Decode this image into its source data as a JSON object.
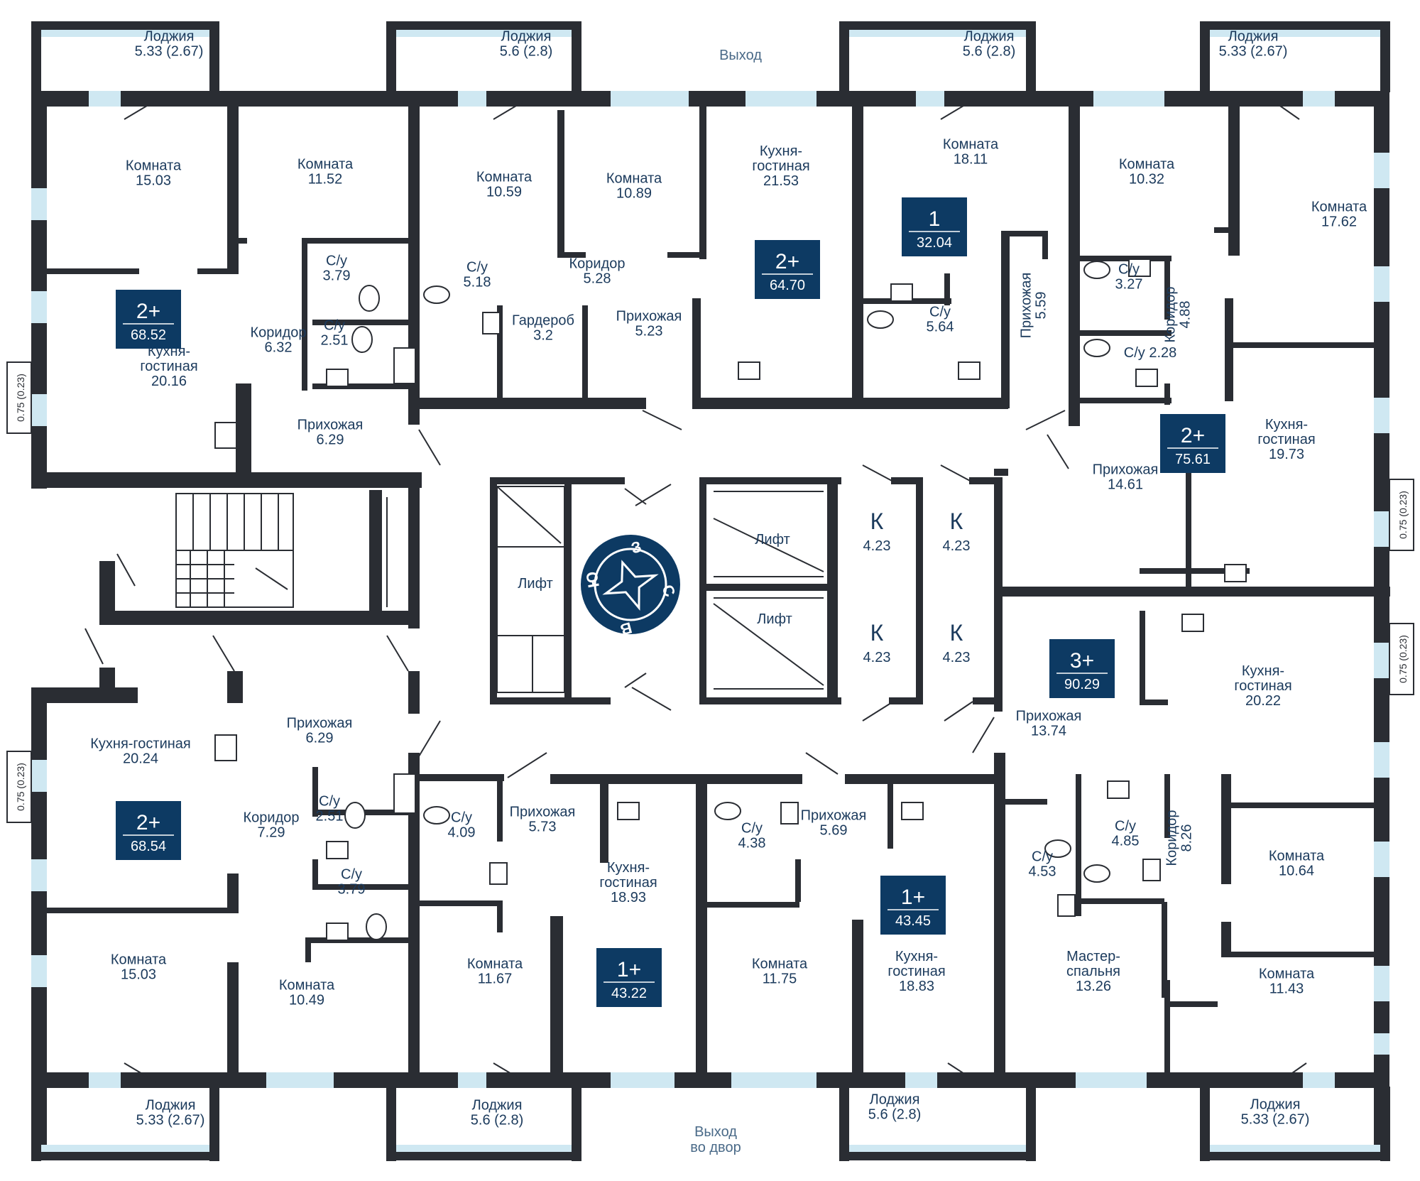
{
  "exits": {
    "top": "Выход",
    "bottom_line1": "Выход",
    "bottom_line2": "во двор"
  },
  "rooms": [
    {
      "lines": [
        "Лоджия",
        "5.33 (2.67)"
      ]
    },
    {
      "lines": [
        "Лоджия",
        "5.6 (2.8)"
      ]
    },
    {
      "lines": [
        "Лоджия",
        "5.6 (2.8)"
      ]
    },
    {
      "lines": [
        "Лоджия",
        "5.33 (2.67)"
      ]
    },
    {
      "lines": [
        "Комната",
        "15.03"
      ]
    },
    {
      "lines": [
        "Комната",
        "11.52"
      ]
    },
    {
      "lines": [
        "Комната",
        "10.59"
      ]
    },
    {
      "lines": [
        "Комната",
        "10.89"
      ]
    },
    {
      "lines": [
        "Кухня-",
        "гостиная",
        "21.53"
      ]
    },
    {
      "lines": [
        "Комната",
        "18.11"
      ]
    },
    {
      "lines": [
        "Комната",
        "10.32"
      ]
    },
    {
      "lines": [
        "Комната",
        "17.62"
      ]
    },
    {
      "lines": [
        "С/у",
        "3.79"
      ]
    },
    {
      "lines": [
        "С/у",
        "2.51"
      ]
    },
    {
      "lines": [
        "Коридор",
        "6.32"
      ]
    },
    {
      "lines": [
        "Кухня-",
        "гостиная",
        "20.16"
      ]
    },
    {
      "lines": [
        "Прихожая",
        "6.29"
      ]
    },
    {
      "lines": [
        "С/у",
        "5.18"
      ]
    },
    {
      "lines": [
        "Коридор",
        "5.28"
      ]
    },
    {
      "lines": [
        "Гардероб",
        "3.2"
      ]
    },
    {
      "lines": [
        "Прихожая",
        "5.23"
      ]
    },
    {
      "lines": [
        "С/у",
        "5.64"
      ]
    },
    {
      "lines": [
        "Прихожая",
        "5.59"
      ]
    },
    {
      "lines": [
        "С/у",
        "3.27"
      ]
    },
    {
      "lines": [
        "С/у 2.28"
      ]
    },
    {
      "lines": [
        "Коридор",
        "4.88"
      ]
    },
    {
      "lines": [
        "Кухня-",
        "гостиная",
        "19.73"
      ]
    },
    {
      "lines": [
        "Прихожая",
        "14.61"
      ]
    },
    {
      "lines": [
        "Лифт"
      ]
    },
    {
      "lines": [
        "Лифт"
      ]
    },
    {
      "lines": [
        "Лифт"
      ]
    },
    {
      "lines": [
        "Кухня-",
        "гостиная",
        "20.22"
      ]
    },
    {
      "lines": [
        "Прихожая",
        "13.74"
      ]
    },
    {
      "lines": [
        "Прихожая",
        "6.29"
      ]
    },
    {
      "lines": [
        "Кухня-гостиная",
        "20.24"
      ]
    },
    {
      "lines": [
        "С/у",
        "2.51"
      ]
    },
    {
      "lines": [
        "Коридор",
        "7.29"
      ]
    },
    {
      "lines": [
        "С/у",
        "3.79"
      ]
    },
    {
      "lines": [
        "С/у",
        "4.09"
      ]
    },
    {
      "lines": [
        "Прихожая",
        "5.73"
      ]
    },
    {
      "lines": [
        "Кухня-",
        "гостиная",
        "18.93"
      ]
    },
    {
      "lines": [
        "С/у",
        "4.38"
      ]
    },
    {
      "lines": [
        "Прихожая",
        "5.69"
      ]
    },
    {
      "lines": [
        "С/у",
        "4.53"
      ]
    },
    {
      "lines": [
        "С/у",
        "4.85"
      ]
    },
    {
      "lines": [
        "Коридор",
        "8.26"
      ]
    },
    {
      "lines": [
        "Комната",
        "10.64"
      ]
    },
    {
      "lines": [
        "Комната",
        "15.03"
      ]
    },
    {
      "lines": [
        "Комната",
        "10.49"
      ]
    },
    {
      "lines": [
        "Комната",
        "11.67"
      ]
    },
    {
      "lines": [
        "Комната",
        "11.75"
      ]
    },
    {
      "lines": [
        "Кухня-",
        "гостиная",
        "18.83"
      ]
    },
    {
      "lines": [
        "Мастер-",
        "спальня",
        "13.26"
      ]
    },
    {
      "lines": [
        "Комната",
        "11.43"
      ]
    },
    {
      "lines": [
        "Лоджия",
        "5.33 (2.67)"
      ]
    },
    {
      "lines": [
        "Лоджия",
        "5.6 (2.8)"
      ]
    },
    {
      "lines": [
        "Лоджия",
        "5.6 (2.8)"
      ]
    },
    {
      "lines": [
        "Лоджия",
        "5.33 (2.67)"
      ]
    }
  ],
  "storage": [
    {
      "letter": "К",
      "area": "4.23"
    },
    {
      "letter": "К",
      "area": "4.23"
    },
    {
      "letter": "К",
      "area": "4.23"
    },
    {
      "letter": "К",
      "area": "4.23"
    }
  ],
  "apartments": [
    {
      "type": "2+",
      "area": "68.52"
    },
    {
      "type": "2+",
      "area": "64.70"
    },
    {
      "type": "1",
      "area": "32.04"
    },
    {
      "type": "2+",
      "area": "75.61"
    },
    {
      "type": "3+",
      "area": "90.29"
    },
    {
      "type": "2+",
      "area": "68.54"
    },
    {
      "type": "1+",
      "area": "43.22"
    },
    {
      "type": "1+",
      "area": "43.45"
    }
  ],
  "balconies": [
    "0.75 (0.23)",
    "0.75 (0.23)",
    "0.75 (0.23)",
    "0.75 (0.23)"
  ],
  "compass": {
    "north": "С",
    "south": "Ю",
    "west": "З",
    "east": "В"
  },
  "colors": {
    "wall": "#2a2d33",
    "window": "#cfe8f2",
    "badge": "#0d3a63",
    "text": "#1b3a5c"
  }
}
